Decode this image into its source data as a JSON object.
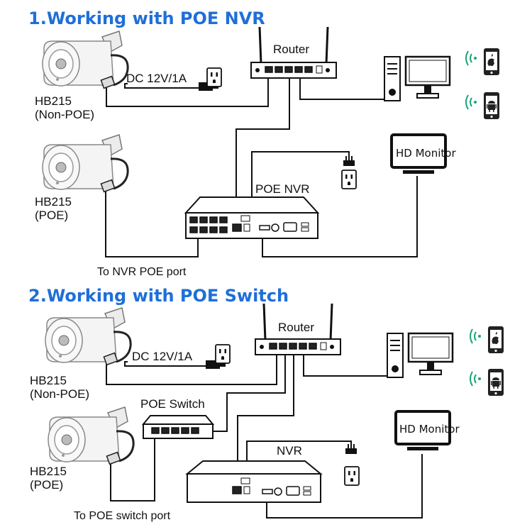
{
  "section1": {
    "title": "1.Working with POE NVR",
    "router_label": "Router",
    "dc_label": "DC 12V/1A",
    "camera1_model": "HB215",
    "camera1_type": "(Non-POE)",
    "camera2_model": "HB215",
    "camera2_type": "(POE)",
    "nvr_label": "POE NVR",
    "monitor_label": "HD Monitor",
    "port_caption": "To NVR POE port"
  },
  "section2": {
    "title": "2.Working with POE Switch",
    "router_label": "Router",
    "dc_label": "DC 12V/1A",
    "camera1_model": "HB215",
    "camera1_type": "(Non-POE)",
    "camera2_model": "HB215",
    "camera2_type": "(POE)",
    "switch_label": "POE Switch",
    "nvr_label": "NVR",
    "monitor_label": "HD Monitor",
    "port_caption": "To POE switch port"
  },
  "colors": {
    "heading": "#1f6fd8",
    "wifi": "#1aa37a",
    "lines": "#111111"
  },
  "icons": [
    "bullet-camera-icon",
    "power-outlet-icon",
    "power-plug-icon",
    "router-icon",
    "desktop-computer-icon",
    "apple-phone-icon",
    "android-phone-icon",
    "wifi-signal-icon",
    "hd-monitor-icon",
    "nvr-icon",
    "poe-switch-icon"
  ]
}
